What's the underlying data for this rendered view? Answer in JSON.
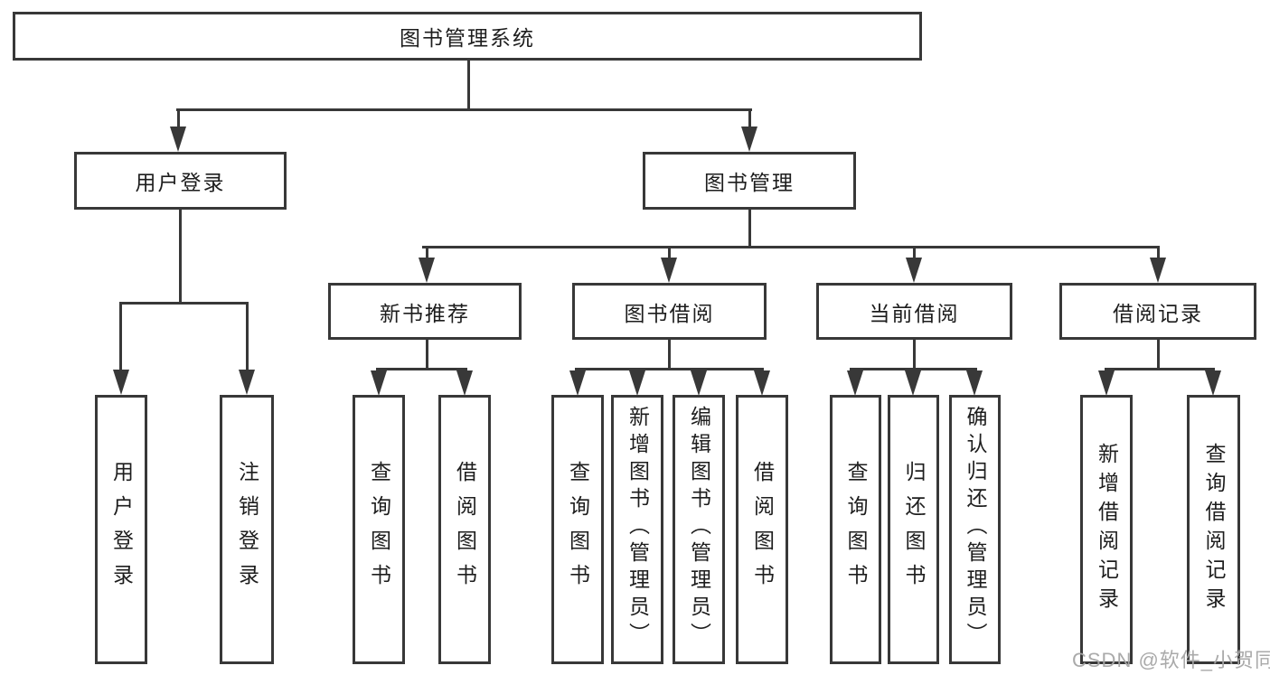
{
  "diagram": {
    "title": "图书管理系统",
    "watermark": "CSDN @软件_小贺同学",
    "colors": {
      "line": "#383838",
      "text": "#1d1d1d",
      "background": "#ffffff",
      "watermark": "#a5a5a5"
    },
    "root": {
      "label": "图书管理系统"
    },
    "branches": [
      {
        "label": "用户登录",
        "children": [
          {
            "label": "用户登录"
          },
          {
            "label": "注销登录"
          }
        ]
      },
      {
        "label": "图书管理",
        "children": [
          {
            "label": "新书推荐",
            "children": [
              {
                "label": "查询图书"
              },
              {
                "label": "借阅图书"
              }
            ]
          },
          {
            "label": "图书借阅",
            "children": [
              {
                "label": "查询图书"
              },
              {
                "label": "新增图书（管理员）"
              },
              {
                "label": "编辑图书（管理员）"
              },
              {
                "label": "借阅图书"
              }
            ]
          },
          {
            "label": "当前借阅",
            "children": [
              {
                "label": "查询图书"
              },
              {
                "label": "归还图书"
              },
              {
                "label": "确认归还（管理员）"
              }
            ]
          },
          {
            "label": "借阅记录",
            "children": [
              {
                "label": "新增借阅记录"
              },
              {
                "label": "查询借阅记录"
              }
            ]
          }
        ]
      }
    ]
  }
}
